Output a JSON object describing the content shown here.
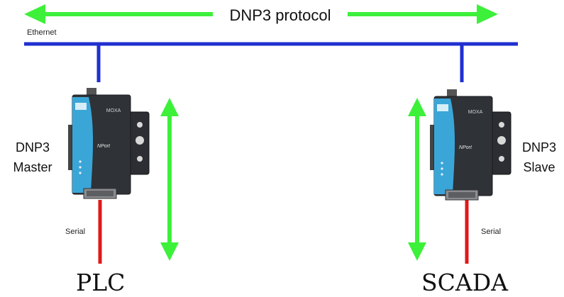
{
  "protocol_label": "DNP3 protocol",
  "ethernet_label": "Ethernet",
  "master": {
    "role_line1": "DNP3",
    "role_line2": "Master",
    "serial_label": "Serial",
    "endpoint": "PLC",
    "device_brand": "MOXA",
    "device_model": "NPort"
  },
  "slave": {
    "role_line1": "DNP3",
    "role_line2": "Slave",
    "serial_label": "Serial",
    "endpoint": "SCADA",
    "device_brand": "MOXA",
    "device_model": "NPort"
  },
  "colors": {
    "ethernet": "#1f2fd0",
    "serial": "#e01818",
    "arrow": "#3df03a",
    "device_body": "#2f3237",
    "device_accent": "#3aa6d8"
  }
}
